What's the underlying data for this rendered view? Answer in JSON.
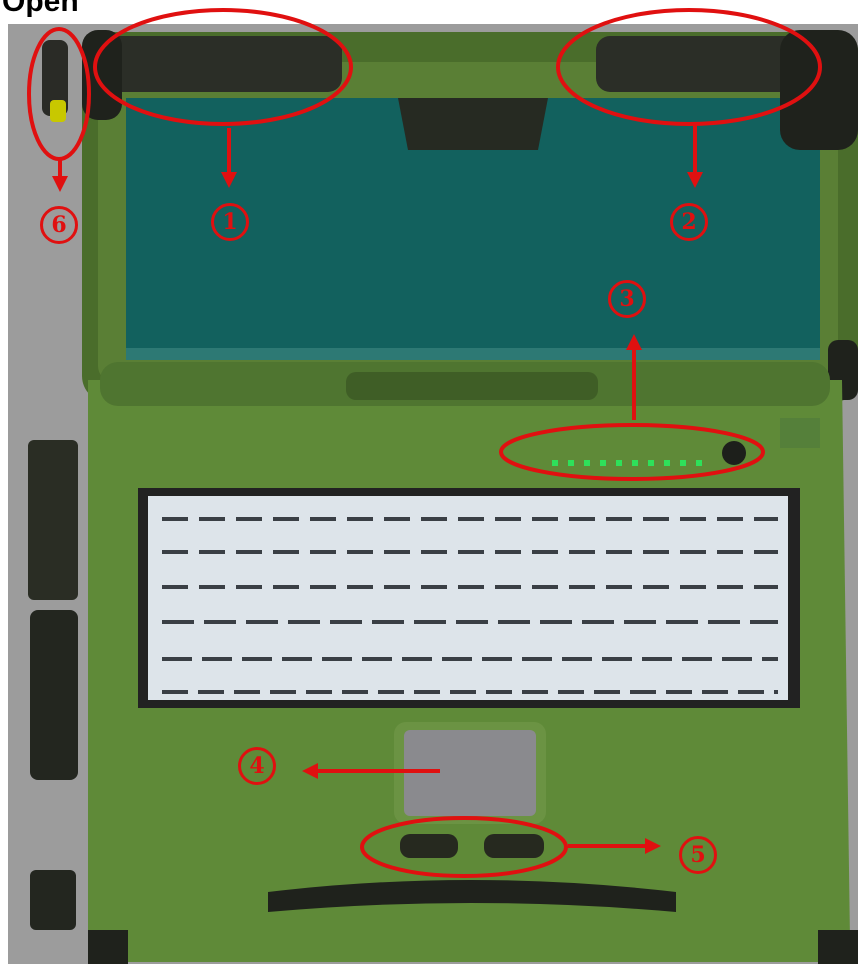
{
  "title": "Open",
  "callouts": [
    {
      "id": "callout-1",
      "label": "1"
    },
    {
      "id": "callout-2",
      "label": "2"
    },
    {
      "id": "callout-3",
      "label": "3"
    },
    {
      "id": "callout-4",
      "label": "4"
    },
    {
      "id": "callout-5",
      "label": "5"
    },
    {
      "id": "callout-6",
      "label": "6"
    }
  ],
  "colors": {
    "body_green": "#5f8a38",
    "body_dark": "#3a5622",
    "screen": "#12615e",
    "keyboard": "#dde4ea",
    "annotation": "#e01010",
    "background": "#9c9c9c"
  }
}
